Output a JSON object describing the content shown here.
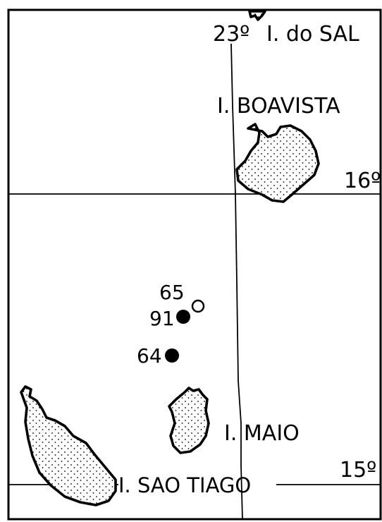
{
  "map": {
    "islands": {
      "sal": "I. do SAL",
      "boavista": "I. BOAVISTA",
      "maio": "I. MAIO",
      "sao_tiago": "I. SAO TIAGO"
    },
    "graticule": {
      "longitude_label": "23º",
      "latitude_north": "16º",
      "latitude_south": "15º"
    },
    "stations": [
      {
        "id": "65",
        "marker": "open-circle"
      },
      {
        "id": "91",
        "marker": "filled-circle"
      },
      {
        "id": "64",
        "marker": "filled-circle"
      }
    ],
    "colors": {
      "ink": "#000000",
      "paper": "#ffffff"
    }
  }
}
